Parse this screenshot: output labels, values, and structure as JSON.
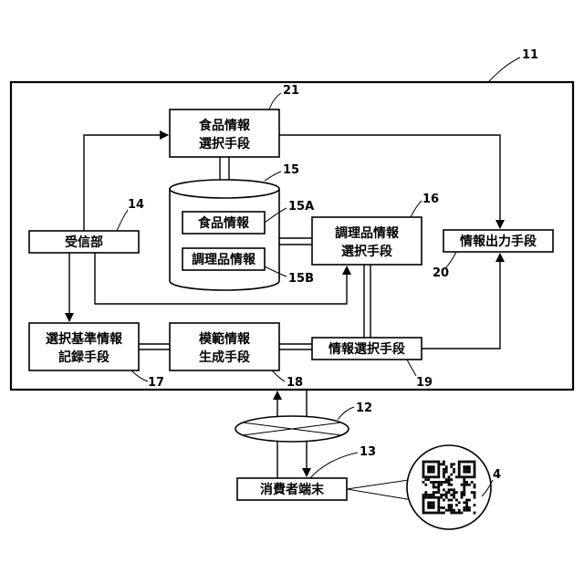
{
  "system": {
    "ref": "11"
  },
  "food_info_selection": {
    "line1": "食品情報",
    "line2": "選択手段",
    "ref": "21"
  },
  "database": {
    "ref": "15"
  },
  "food_info": {
    "label": "食品情報",
    "ref": "15A"
  },
  "cooked_info": {
    "label": "調理品情報",
    "ref": "15B"
  },
  "receiver": {
    "label": "受信部",
    "ref": "14"
  },
  "cooked_info_selection": {
    "line1": "調理品情報",
    "line2": "選択手段",
    "ref": "16"
  },
  "info_output": {
    "label": "情報出力手段",
    "ref": "20"
  },
  "criteria_recording": {
    "line1": "選択基準情報",
    "line2": "記録手段",
    "ref": "17"
  },
  "model_generation": {
    "line1": "模範情報",
    "line2": "生成手段",
    "ref": "18"
  },
  "info_selection": {
    "label": "情報選択手段",
    "ref": "19"
  },
  "network": {
    "ref": "12"
  },
  "consumer_terminal": {
    "label": "消費者端末",
    "ref": "13"
  },
  "qr_code": {
    "ref": "4"
  }
}
